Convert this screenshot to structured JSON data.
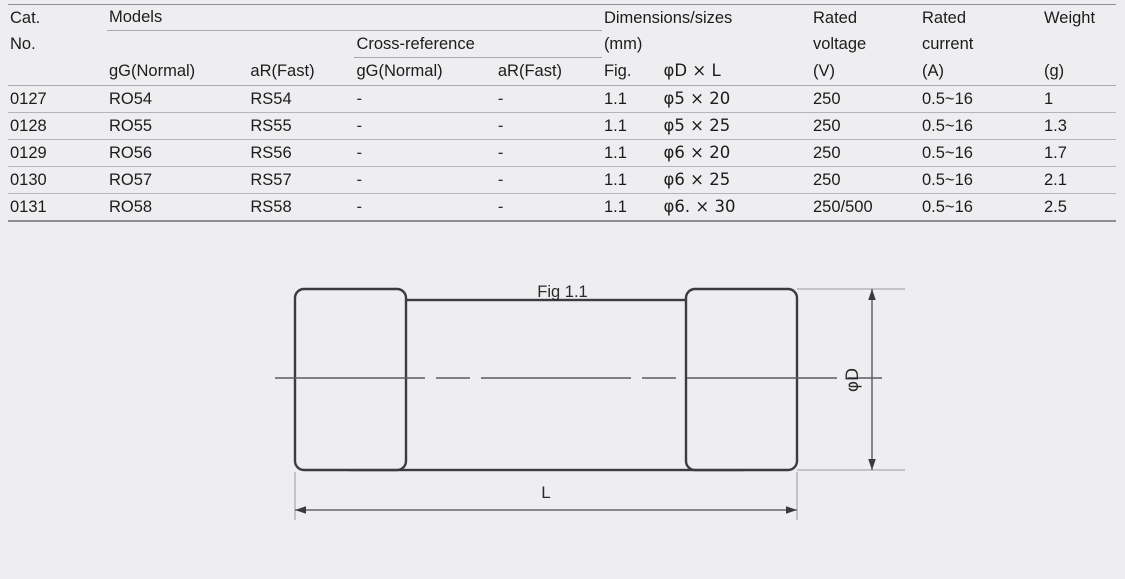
{
  "background_color": "#eeeef0",
  "table": {
    "header": {
      "group_cat": [
        "Cat.",
        "No."
      ],
      "group_models": "Models",
      "group_crossref": "Cross-reference",
      "group_dimensions": [
        "Dimensions/sizes",
        "(mm)"
      ],
      "group_voltage": [
        "Rated",
        "voltage",
        "(V)"
      ],
      "group_current": [
        "Rated",
        "current",
        "(A)"
      ],
      "group_weight": [
        "Weight",
        "(g)"
      ],
      "sub_models_gg": "gG(Normal)",
      "sub_models_ar": "aR(Fast)",
      "sub_xref_gg": "gG(Normal)",
      "sub_xref_ar": "aR(Fast)",
      "sub_fig": "Fig.",
      "sub_dim": "φD × L"
    },
    "rows": [
      {
        "cat_no": "0127",
        "model_gg": "RO54",
        "model_ar": "RS54",
        "xref_gg": "-",
        "xref_ar": "-",
        "fig": "1.1",
        "dim": "φ5 × 20",
        "voltage": "250",
        "current": "0.5~16",
        "weight": "1"
      },
      {
        "cat_no": "0128",
        "model_gg": "RO55",
        "model_ar": "RS55",
        "xref_gg": "-",
        "xref_ar": "-",
        "fig": "1.1",
        "dim": "φ5 × 25",
        "voltage": "250",
        "current": "0.5~16",
        "weight": "1.3"
      },
      {
        "cat_no": "0129",
        "model_gg": "RO56",
        "model_ar": "RS56",
        "xref_gg": "-",
        "xref_ar": "-",
        "fig": "1.1",
        "dim": "φ6 × 20",
        "voltage": "250",
        "current": "0.5~16",
        "weight": "1.7"
      },
      {
        "cat_no": "0130",
        "model_gg": "RO57",
        "model_ar": "RS57",
        "xref_gg": "-",
        "xref_ar": "-",
        "fig": "1.1",
        "dim": "φ6 × 25",
        "voltage": "250",
        "current": "0.5~16",
        "weight": "2.1"
      },
      {
        "cat_no": "0131",
        "model_gg": "RO58",
        "model_ar": "RS58",
        "xref_gg": "-",
        "xref_ar": "-",
        "fig": "1.1",
        "dim": "φ6. × 30",
        "voltage": "250/500",
        "current": "0.5~16",
        "weight": "2.5"
      }
    ]
  },
  "figure": {
    "caption": "Fig 1.1",
    "length_label": "L",
    "diameter_label": "φD"
  }
}
